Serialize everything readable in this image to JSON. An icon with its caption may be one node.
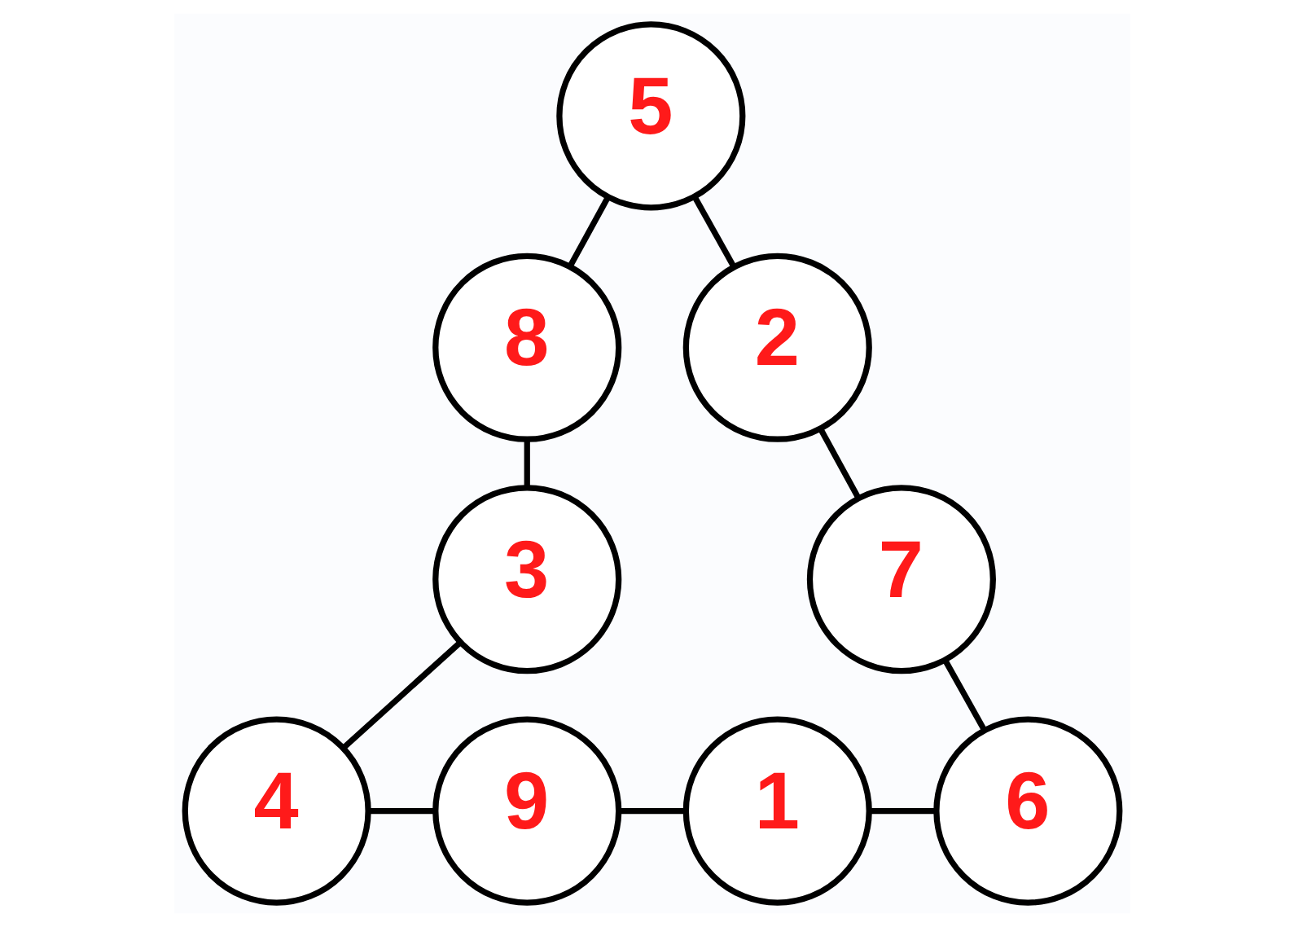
{
  "diagram": {
    "nodes": [
      {
        "text": [
          "5"
        ]
      },
      {
        "text": [
          "8"
        ]
      },
      {
        "text": [
          "2"
        ]
      },
      {
        "text": [
          "3"
        ]
      },
      {
        "text": [
          "7"
        ]
      },
      {
        "text": [
          "4"
        ]
      },
      {
        "text": [
          "9"
        ]
      },
      {
        "text": [
          "1"
        ]
      },
      {
        "text": [
          "6"
        ]
      }
    ],
    "edges": [
      {
        "from": 0,
        "to": 1,
        "arrow": "none"
      },
      {
        "from": 0,
        "to": 2,
        "arrow": "none"
      },
      {
        "from": 1,
        "to": 3,
        "arrow": "none"
      },
      {
        "from": 2,
        "to": 4,
        "arrow": "none"
      },
      {
        "from": 3,
        "to": 5,
        "arrow": "none"
      },
      {
        "from": 4,
        "to": 8,
        "arrow": "none"
      },
      {
        "from": 5,
        "to": 6,
        "arrow": "none"
      },
      {
        "from": 6,
        "to": 7,
        "arrow": "none"
      },
      {
        "from": 7,
        "to": 8,
        "arrow": "none"
      }
    ]
  }
}
